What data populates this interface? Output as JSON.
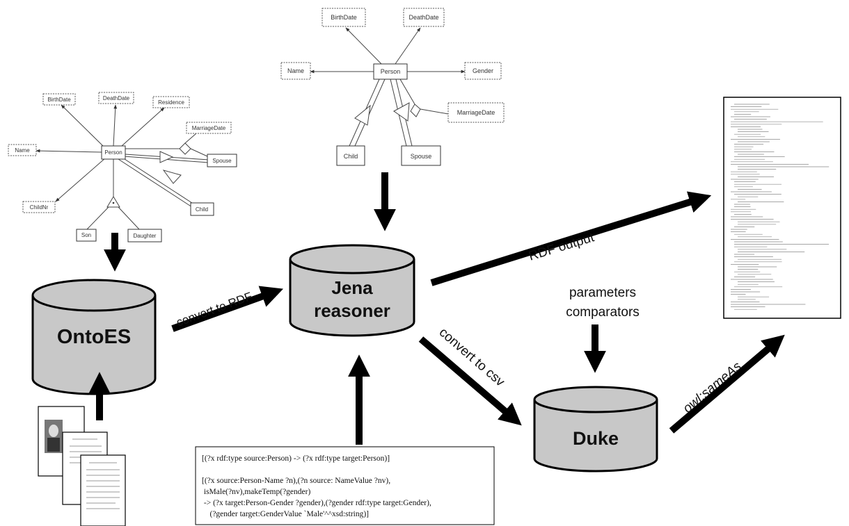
{
  "ontology_left": {
    "classes": [
      "Person",
      "Son",
      "Daughter",
      "Child",
      "Spouse"
    ],
    "attributes": [
      "BirthDate",
      "DeathDate",
      "Residence",
      "MarriageDate",
      "Name",
      "ChildNr"
    ]
  },
  "ontology_top": {
    "classes": [
      "Person",
      "Child",
      "Spouse"
    ],
    "attributes": [
      "BirthDate",
      "DeathDate",
      "Name",
      "Gender",
      "MarriageDate"
    ]
  },
  "components": {
    "ontoes": "OntoES",
    "jena_line1": "Jena",
    "jena_line2": "reasoner",
    "duke": "Duke"
  },
  "edges": {
    "convert_rdf": "convert to RDF",
    "convert_csv": "convert to csv",
    "rdf_output": "RDF output",
    "owl_sameas": "owl:sameAs",
    "parameters": "parameters",
    "comparators": "comparators"
  },
  "rules": [
    "[(?x rdf:type source:Person) -> (?x rdf:type target:Person)]",
    "[(?x source:Person-Name ?n),(?n source: NameValue ?nv),",
    " isMale(?nv),makeTemp(?gender)",
    " -> (?x target:Person-Gender ?gender),(?gender rdf:type target:Gender),",
    "    (?gender target:GenderValue `Male'^^xsd:string)]"
  ]
}
